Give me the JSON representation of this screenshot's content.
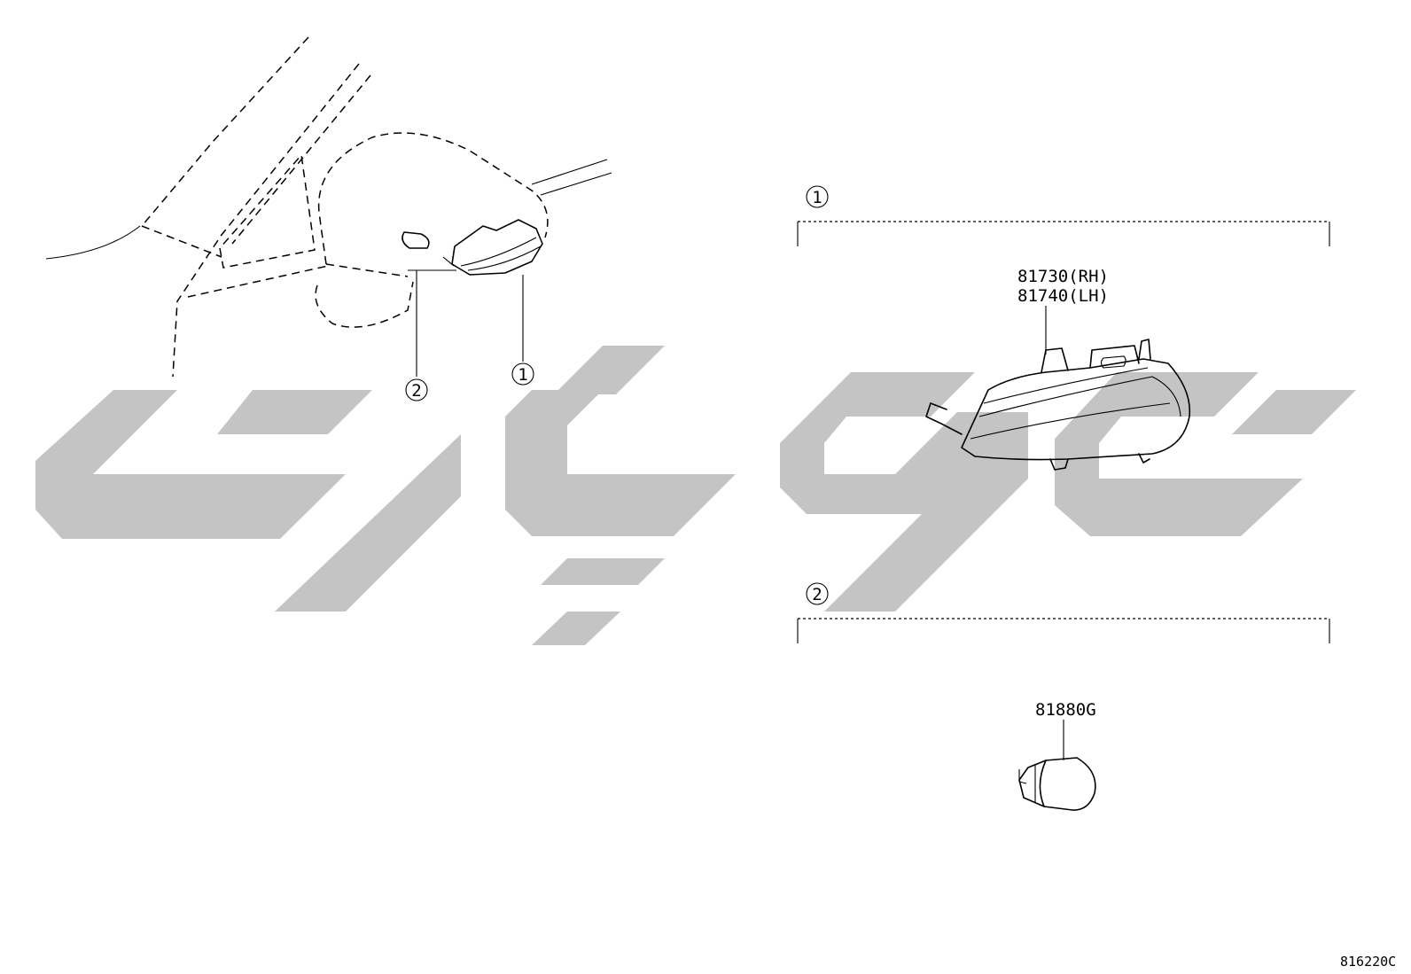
{
  "callouts": {
    "assembly": "1",
    "bulb": "2"
  },
  "groups": [
    {
      "index": "1",
      "parts": [
        "81730(RH)",
        "81740(LH)"
      ]
    },
    {
      "index": "2",
      "parts": [
        "81880G"
      ]
    }
  ],
  "footer": {
    "illustration_code": "816220C"
  },
  "colors": {
    "line": "#000000",
    "watermark": "#c4c4c4",
    "background": "#ffffff"
  }
}
